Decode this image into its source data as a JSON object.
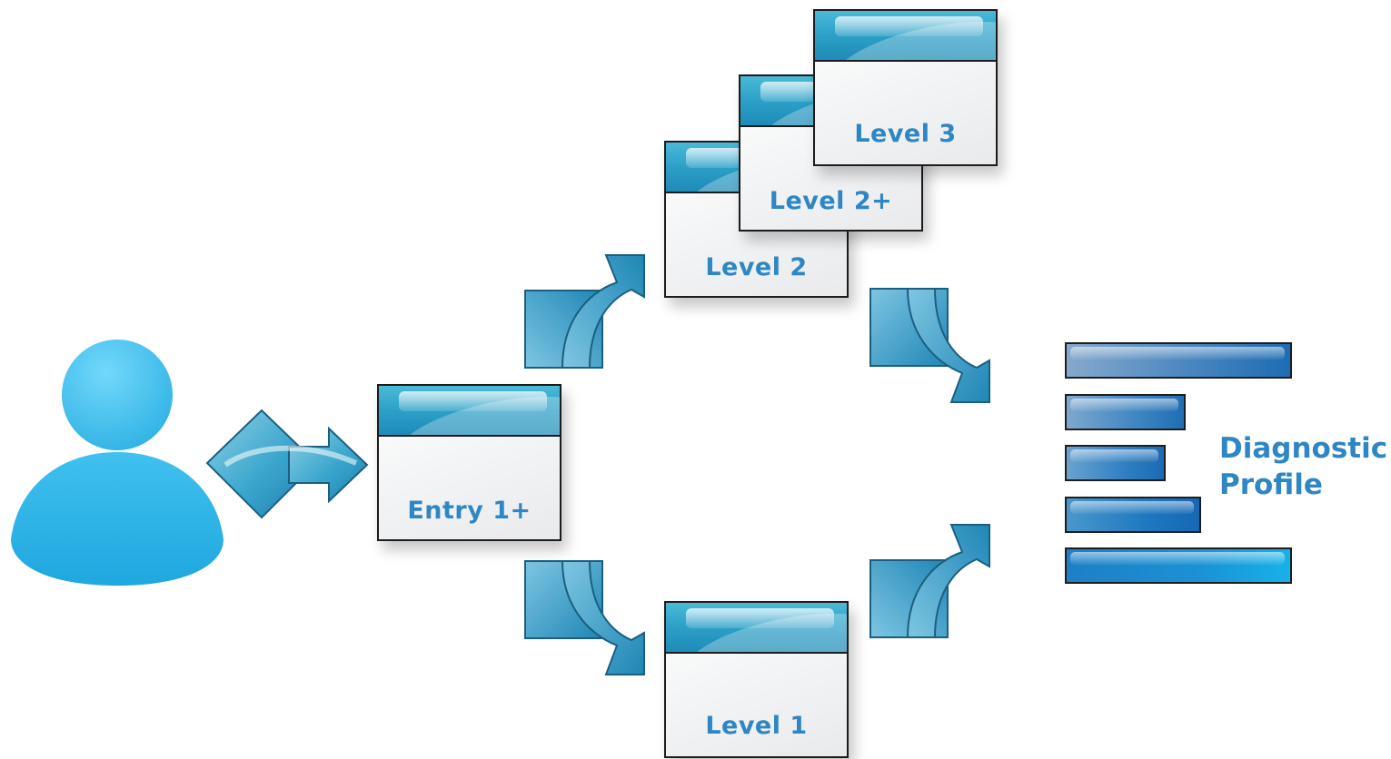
{
  "nodes": {
    "entry": "Entry 1+",
    "level1": "Level 1",
    "level2": "Level 2",
    "level2plus": "Level 2+",
    "level3": "Level 3"
  },
  "profile": {
    "line1": "Diagnostic",
    "line2": "Profile",
    "bar_levels": [
      0.9,
      0.48,
      0.4,
      0.54,
      0.9
    ]
  },
  "colors": {
    "label_blue": "#2e86c4",
    "bar_blue": "#2ea2c9",
    "arrow_blue": "#2c96c4",
    "person_blue": "#2fb6e8"
  },
  "icons": [
    "user-icon",
    "diamond-arrow-icon",
    "curved-arrow-icon",
    "bar-chart-icon"
  ]
}
